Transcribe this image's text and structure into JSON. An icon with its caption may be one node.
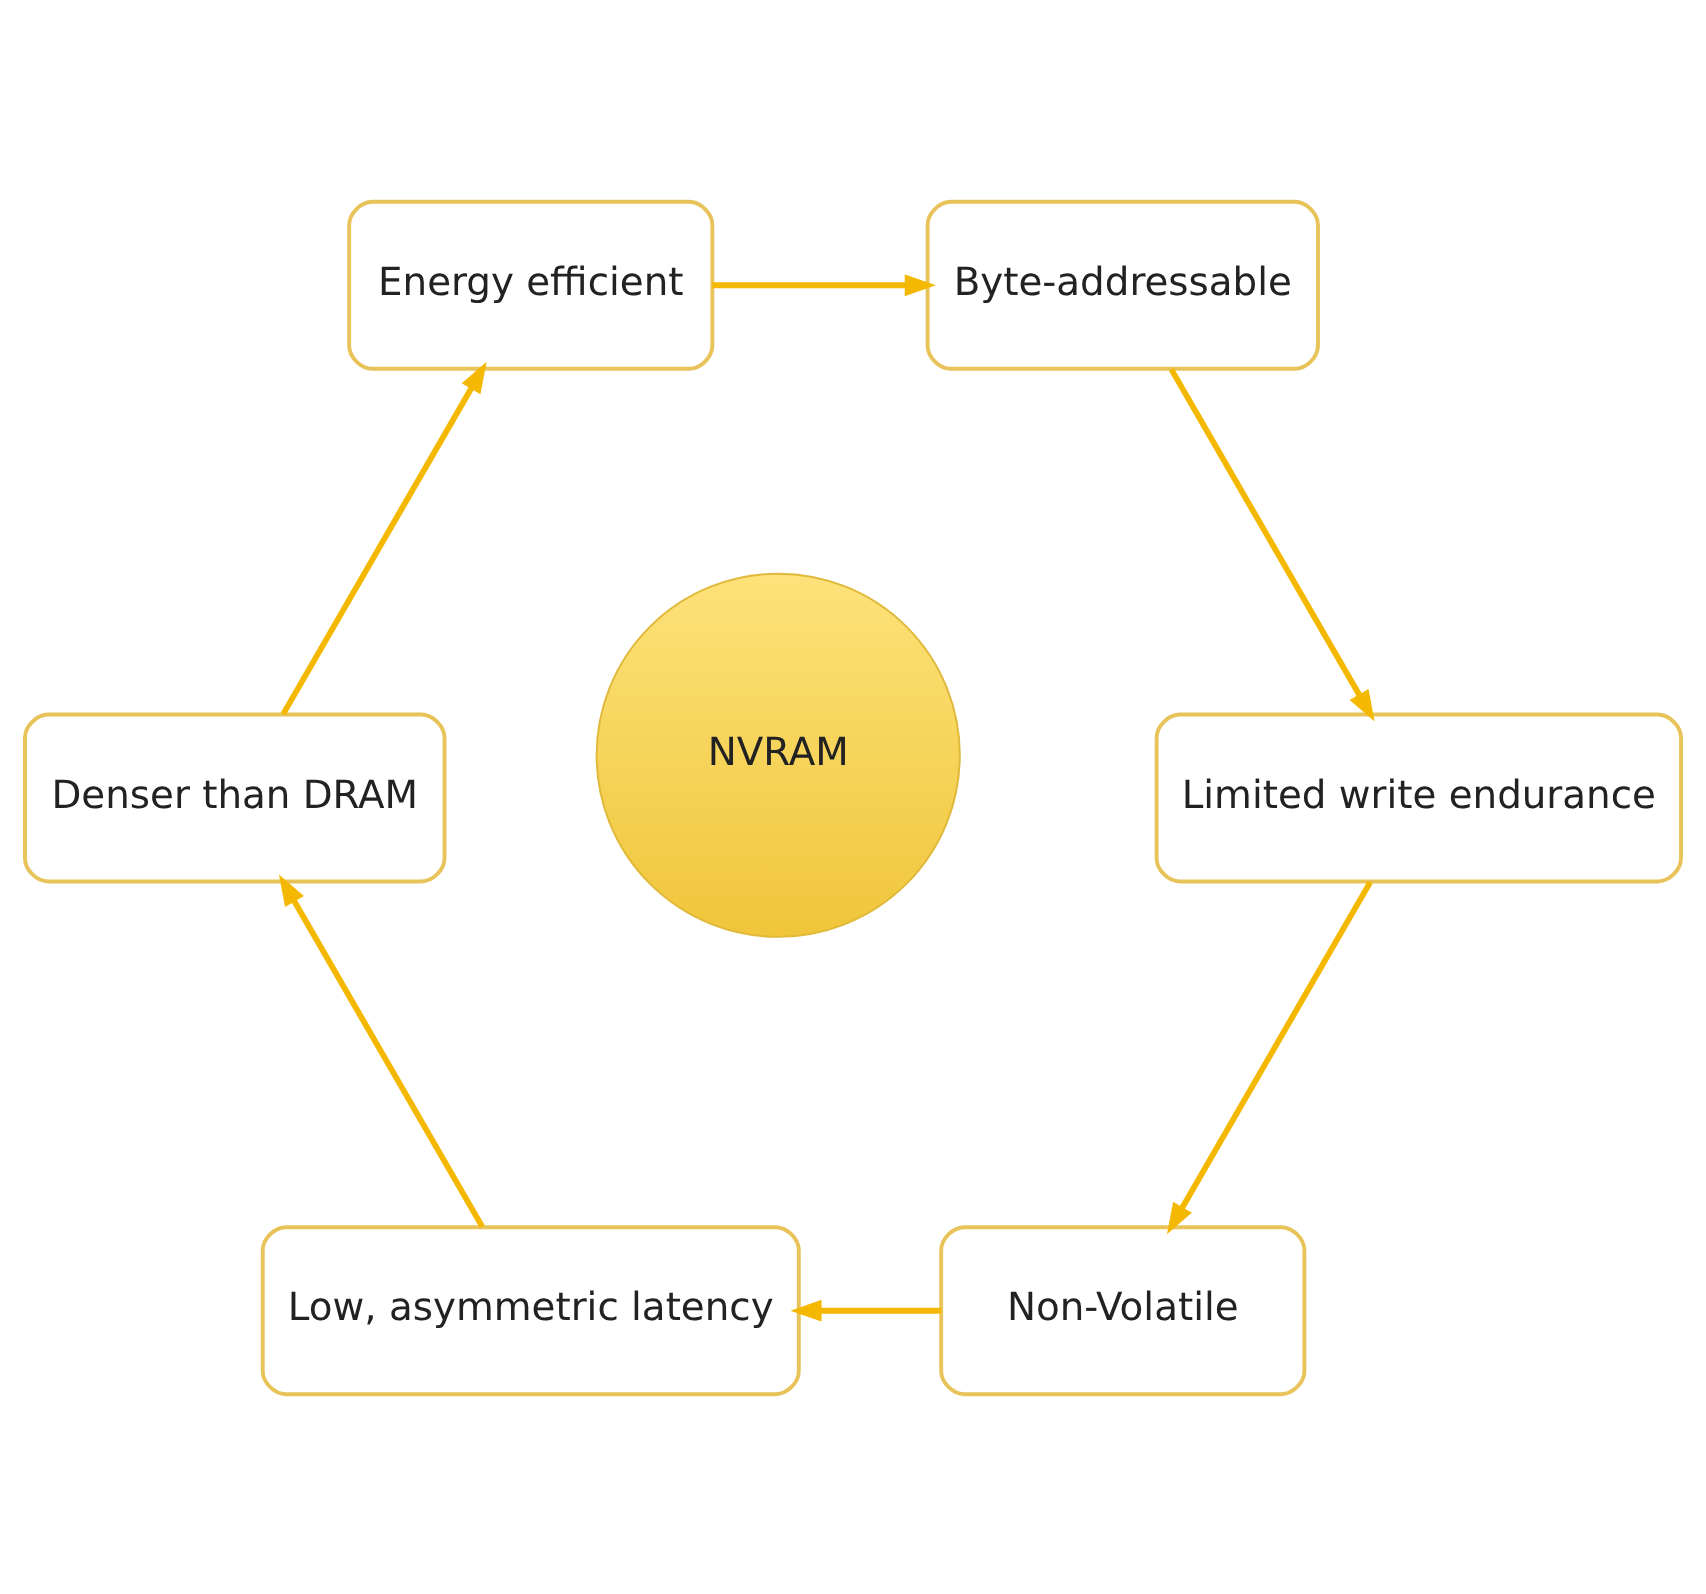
{
  "diagram": {
    "nodes": [
      {
        "text": [
          "Non-Volatile"
        ]
      },
      {
        "text": [
          "Limited write endurance"
        ]
      },
      {
        "text": [
          "Low, asymmetric latency"
        ]
      },
      {
        "text": [
          "NVRAM"
        ]
      },
      {
        "text": [
          "Byte-addressable"
        ]
      },
      {
        "text": [
          "Denser than DRAM"
        ]
      },
      {
        "text": [
          "Energy efficient"
        ]
      }
    ],
    "edges": [
      {
        "from": 0,
        "to": 2,
        "arrow": "to"
      },
      {
        "from": 2,
        "to": 5,
        "arrow": "to"
      },
      {
        "from": 5,
        "to": 6,
        "arrow": "to"
      },
      {
        "from": 6,
        "to": 4,
        "arrow": "to"
      },
      {
        "from": 4,
        "to": 1,
        "arrow": "to"
      },
      {
        "from": 1,
        "to": 0,
        "arrow": "to"
      }
    ]
  }
}
